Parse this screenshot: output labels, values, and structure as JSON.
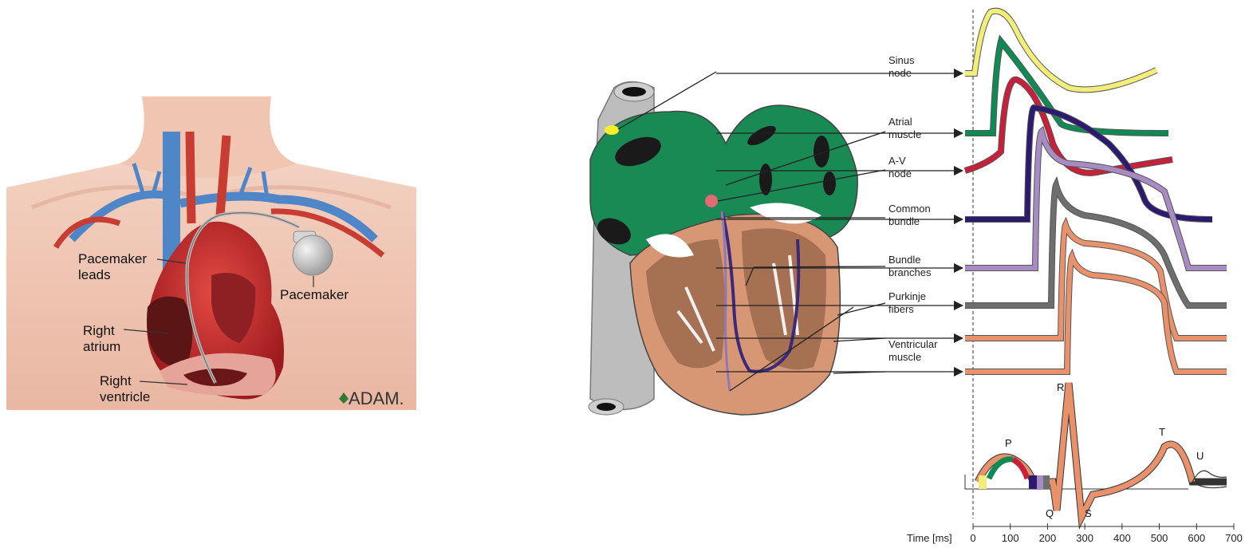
{
  "left_illustration": {
    "labels": {
      "pacemaker_leads": [
        "Pacemaker",
        "leads"
      ],
      "pacemaker": "Pacemaker",
      "right_atrium": [
        "Right",
        "atrium"
      ],
      "right_ventricle": [
        "Right",
        "ventricle"
      ]
    },
    "logo_text": "ADAM.",
    "colors": {
      "skin": "#efc7b4",
      "vein": "#4f86c8",
      "artery": "#c83c32",
      "heart": "#c8262b",
      "device": "#cfcfcf"
    }
  },
  "right_illustration": {
    "labels": [
      {
        "id": "sinus-node",
        "lines": [
          "Sinus",
          "node"
        ],
        "color": "#f2ee7a"
      },
      {
        "id": "atrial-muscle",
        "lines": [
          "Atrial",
          "muscle"
        ],
        "color": "#0f8a55"
      },
      {
        "id": "av-node",
        "lines": [
          "A-V",
          "node"
        ],
        "color": "#c8203a"
      },
      {
        "id": "common-bundle",
        "lines": [
          "Common",
          "bundle"
        ],
        "color": "#2c1a6e"
      },
      {
        "id": "bundle-branches",
        "lines": [
          "Bundle",
          "branches"
        ],
        "color": "#a78bc2"
      },
      {
        "id": "purkinje-fibers",
        "lines": [
          "Purkinje",
          "fibers"
        ],
        "color": "#6e6e6e"
      },
      {
        "id": "ventricular-muscle",
        "lines": [
          "Ventricular",
          "muscle"
        ],
        "color": "#e9916a"
      }
    ],
    "ecg": {
      "waves": [
        "P",
        "Q",
        "R",
        "S",
        "T",
        "U"
      ]
    },
    "time_axis": {
      "label": "Time [ms]",
      "ticks": [
        "0",
        "100",
        "200",
        "300",
        "400",
        "500",
        "600",
        "700"
      ]
    }
  }
}
